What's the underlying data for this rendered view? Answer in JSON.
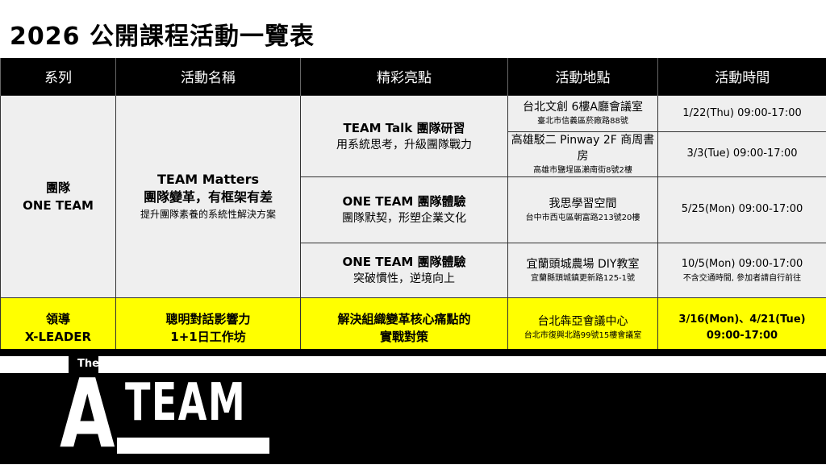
{
  "title": "2026 公開課程活動一覽表",
  "headers": [
    "系列",
    "活動名稱",
    "精彩亮點",
    "活動地點",
    "活動時間"
  ],
  "group1": {
    "series": [
      "團隊",
      "ONE TEAM"
    ],
    "name": [
      "TEAM Matters",
      "團隊變革，有框架有差",
      "提升團隊素養的系統性解決方案"
    ],
    "rows": [
      {
        "highlight": [
          "TEAM Talk 團隊研習",
          "用系統思考，升級團隊戰力"
        ],
        "sessions": [
          {
            "place": "台北文創 6樓A廳會議室",
            "address": "臺北市信義區菸廠路88號",
            "time": "1/22(Thu) 09:00-17:00"
          },
          {
            "place": "高雄駁二 Pinway 2F 商周書房",
            "address": "高雄市鹽埕區瀨南街8號2樓",
            "time": "3/3(Tue) 09:00-17:00"
          }
        ]
      },
      {
        "highlight": [
          "ONE TEAM 團隊體驗",
          "團隊默契，形塑企業文化"
        ],
        "sessions": [
          {
            "place": "我思學習空間",
            "address": "台中市西屯區朝富路213號20樓",
            "time": "5/25(Mon) 09:00-17:00"
          }
        ]
      },
      {
        "highlight": [
          "ONE TEAM 團隊體驗",
          "突破慣性，逆境向上"
        ],
        "sessions": [
          {
            "place": "宜蘭頭城農場 DIY教室",
            "address": "宜蘭縣頭城鎮更新路125-1號",
            "time": "10/5(Mon) 09:00-17:00",
            "note": "不含交通時間, 參加者請自行前往"
          }
        ]
      }
    ]
  },
  "group2": {
    "series": [
      "領導",
      "X-LEADER"
    ],
    "name": [
      "聰明對話影響力",
      "1+1日工作坊"
    ],
    "highlight": [
      "解決組織變革核心痛點的",
      "實戰對策"
    ],
    "place": "台北犇亞會議中心",
    "address": "台北市復興北路99號15樓會議室",
    "time": [
      "3/16(Mon)、4/21(Tue)",
      "09:00-17:00"
    ]
  },
  "logo": {
    "the": "The",
    "a": "A",
    "team": "TEAM"
  }
}
